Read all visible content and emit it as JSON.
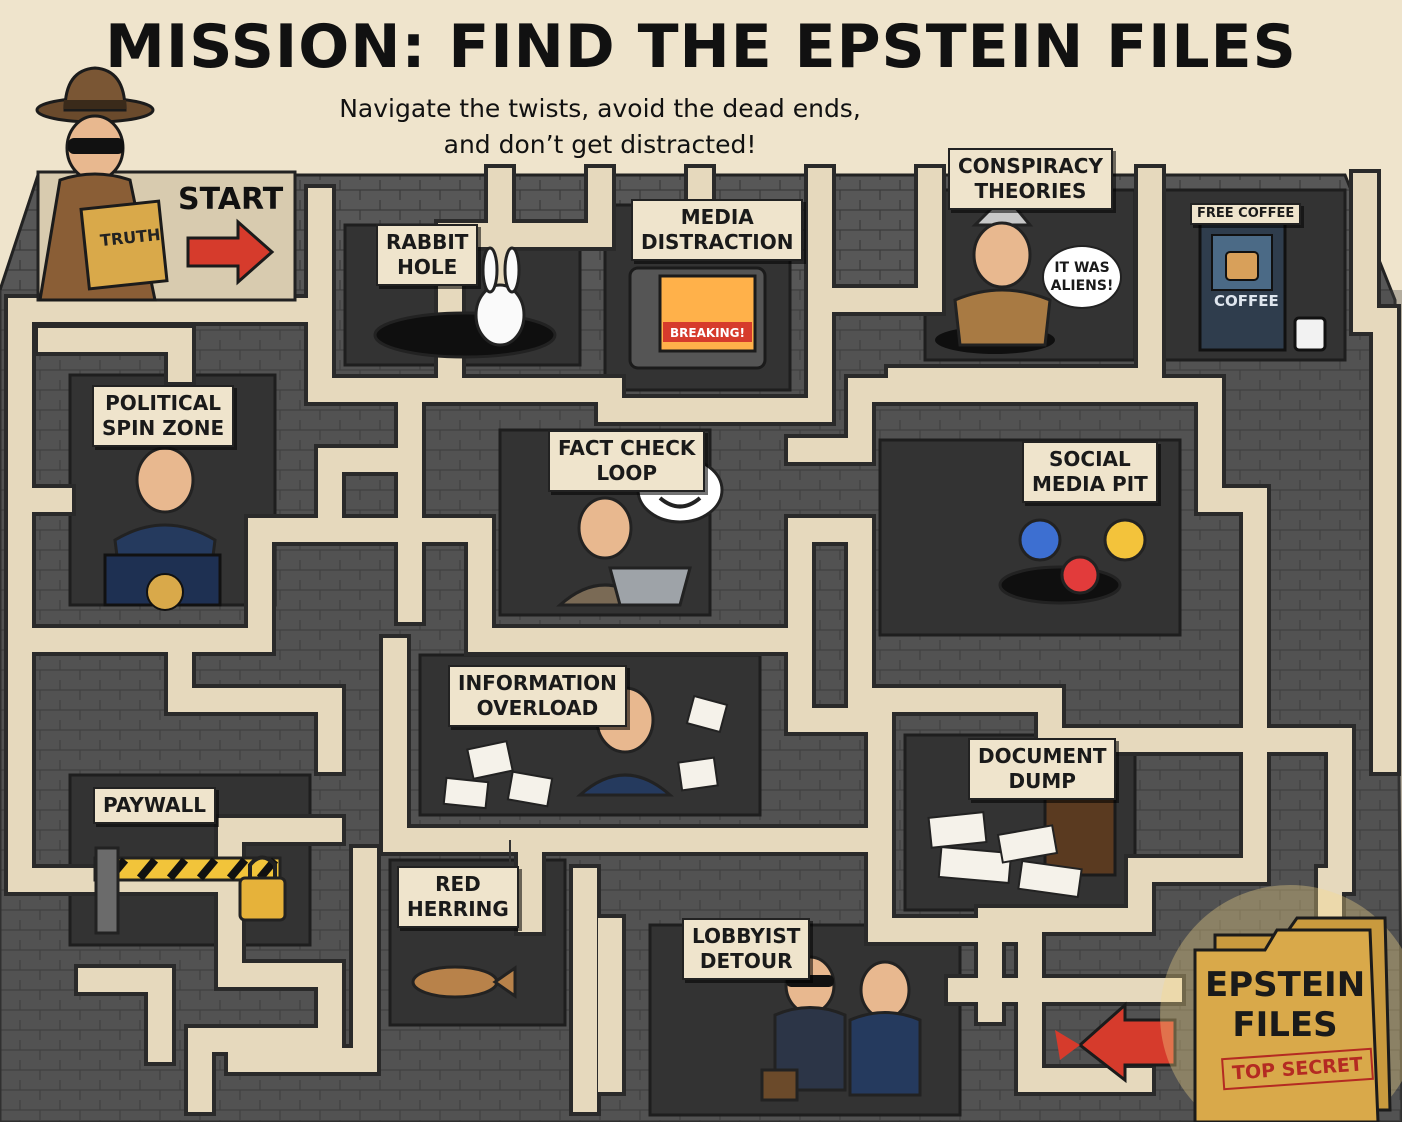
{
  "title": "MISSION: FIND THE EPSTEIN FILES",
  "subtitle": {
    "line1": "Navigate the twists, avoid the dead ends,",
    "line2": "and don’t get distracted!"
  },
  "start": {
    "label": "START",
    "badge": "TRUTH"
  },
  "stations": {
    "rabbit_hole": {
      "line1": "RABBIT",
      "line2": "HOLE"
    },
    "media_distraction": {
      "line1": "MEDIA",
      "line2": "DISTRACTION",
      "screen_banner": "BREAKING!"
    },
    "conspiracy": {
      "line1": "CONSPIRACY",
      "line2": "THEORIES",
      "speech": "IT WAS ALIENS!"
    },
    "coffee": {
      "sign": "FREE COFFEE",
      "machine_label": "COFFEE"
    },
    "political_spin": {
      "line1": "POLITICAL",
      "line2": "SPIN ZONE"
    },
    "fact_check": {
      "line1": "FACT CHECK",
      "line2": "LOOP"
    },
    "social_media": {
      "line1": "SOCIAL",
      "line2": "MEDIA PIT"
    },
    "information_overload": {
      "line1": "INFORMATION",
      "line2": "OVERLOAD"
    },
    "document_dump": {
      "line1": "DOCUMENT",
      "line2": "DUMP"
    },
    "paywall": {
      "label": "PAYWALL"
    },
    "red_herring": {
      "line1": "RED",
      "line2": "HERRING"
    },
    "lobbyist": {
      "line1": "LOBBYIST",
      "line2": "DETOUR"
    }
  },
  "goal": {
    "line1": "EPSTEIN",
    "line2": "FILES",
    "stamp": "TOP SECRET"
  },
  "colors": {
    "path": "#e6d9bd",
    "wall_top": "#5d5d5d",
    "wall_dark": "#2b2b2b",
    "floor": "#3f3f3f",
    "arrow": "#d63b2c",
    "folder": "#d9a94a"
  }
}
